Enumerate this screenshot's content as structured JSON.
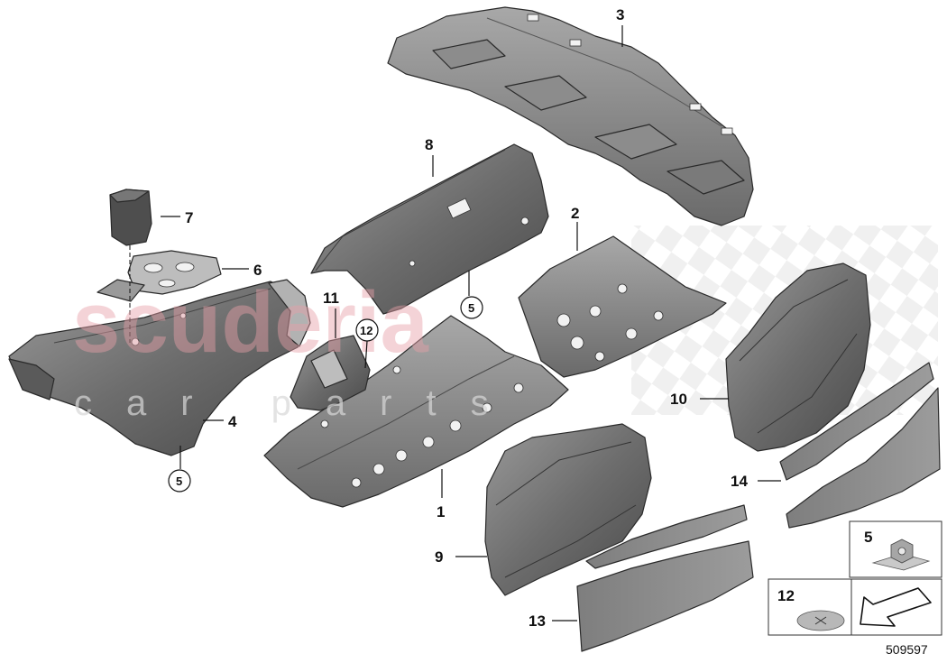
{
  "watermark": {
    "main": "scuderia",
    "sub": "car parts"
  },
  "callouts": {
    "c1": "1",
    "c2": "2",
    "c3": "3",
    "c4": "4",
    "c5a": "5",
    "c5b": "5",
    "c6": "6",
    "c7": "7",
    "c8": "8",
    "c9": "9",
    "c10": "10",
    "c11": "11",
    "c12": "12",
    "c13": "13",
    "c14": "14"
  },
  "legend": {
    "item_a": "5",
    "item_b": "12"
  },
  "diagram_ref": "509597",
  "colors": {
    "part_dark": "#6f6f6f",
    "part_mid": "#8a8a8a",
    "part_light": "#a9a9a9",
    "watermark": "#e8a0a8"
  }
}
